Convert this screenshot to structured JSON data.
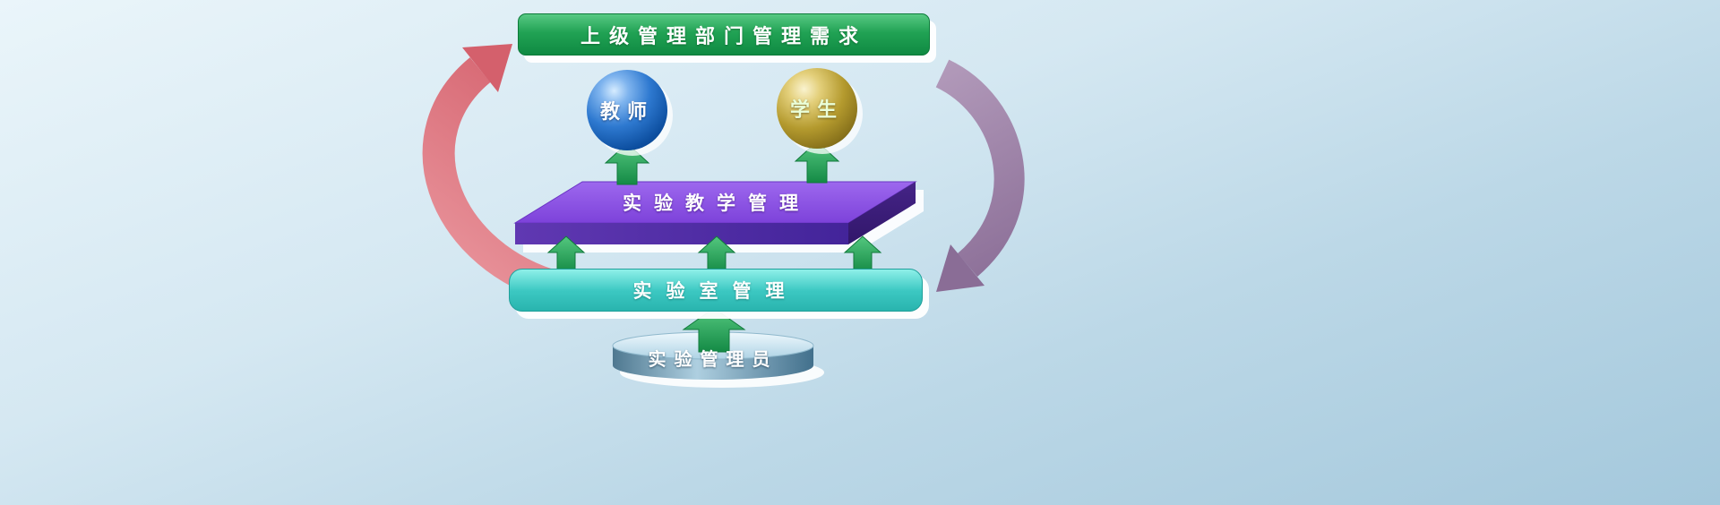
{
  "colors": {
    "background_top": "#eaf5fa",
    "background_bottom": "#a4c8dc",
    "banner_green": "#21a254",
    "sphere_blue": "#2e79d0",
    "sphere_gold": "#b49a2e",
    "platform_purple": "#8a50e0",
    "bar_teal": "#3cc8c2",
    "cylinder_steel": "#4e7890",
    "arrow_green": "#2c9e57",
    "arrow_pink": "#e0787f",
    "arrow_mauve": "#9d80a8"
  },
  "diagram": {
    "banner": {
      "label": "上级管理部门管理需求"
    },
    "teacher": {
      "label": "教师"
    },
    "student": {
      "label": "学生"
    },
    "platform": {
      "label": "实验教学管理"
    },
    "lab": {
      "label": "实验室管理"
    },
    "admin": {
      "label": "实验管理员"
    }
  }
}
